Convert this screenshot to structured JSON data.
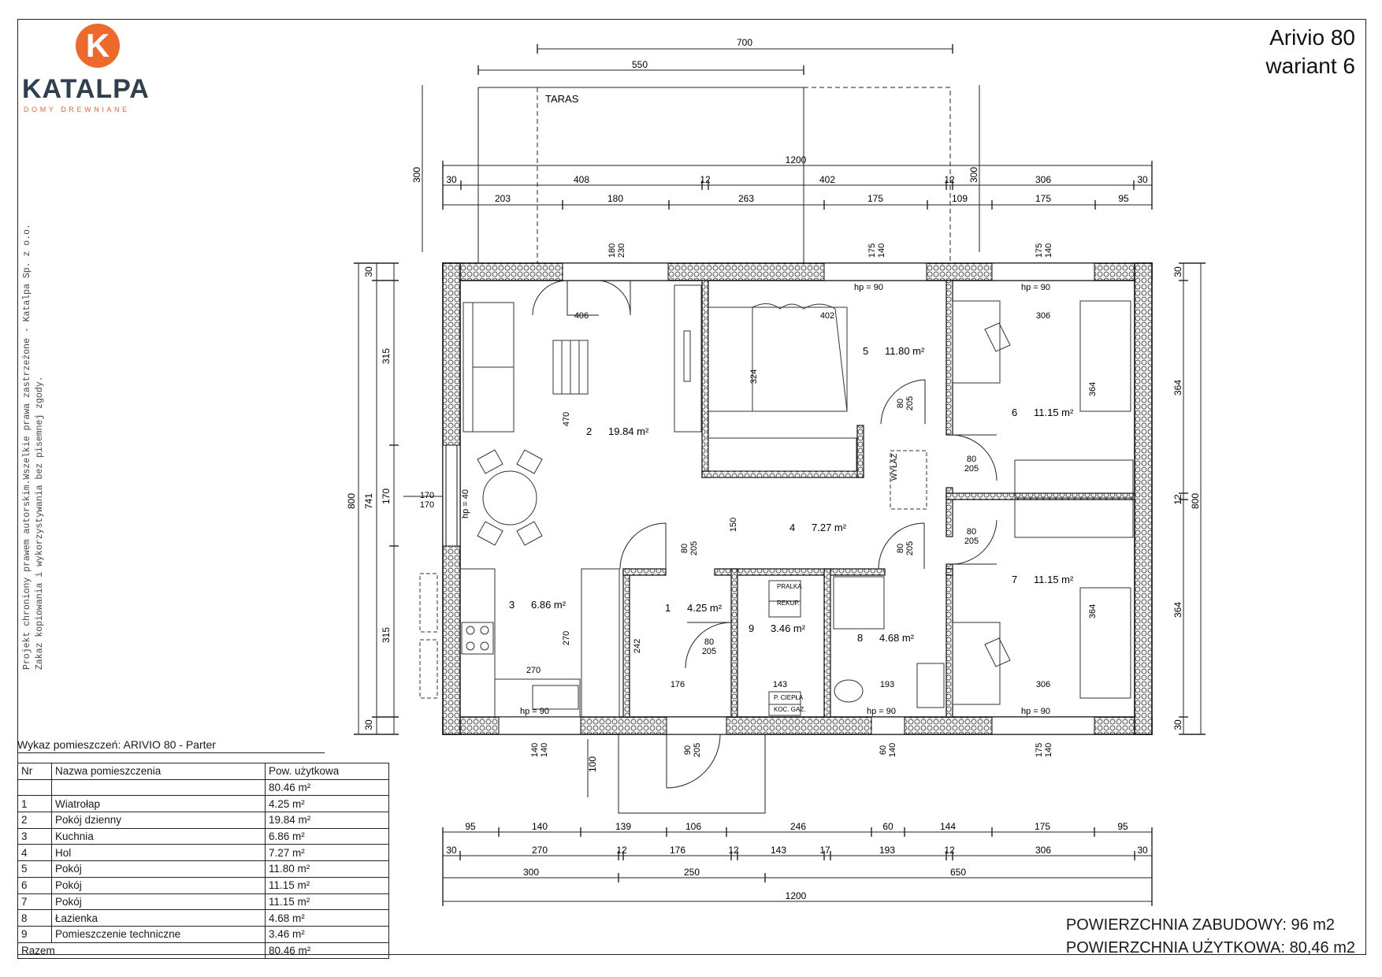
{
  "logo": {
    "letter": "K",
    "name": "KATALPA",
    "tagline": "DOMY DREWNIANE"
  },
  "title": {
    "model": "Arivio 80",
    "variant": "wariant 6"
  },
  "copyright": {
    "line1": "Projekt chroniony prawem autorskim.Wszelkie prawa zastrzeżone - Katalpa Sp. z o.o.",
    "line2": "Zakaz kopiowania i wykorzystywania bez pisemnej zgody."
  },
  "plan": {
    "terrace_label": "TARAS",
    "rooms": [
      {
        "nr": "1",
        "area": "4.25 m²"
      },
      {
        "nr": "2",
        "area": "19.84 m²"
      },
      {
        "nr": "3",
        "area": "6.86 m²"
      },
      {
        "nr": "4",
        "area": "7.27 m²"
      },
      {
        "nr": "5",
        "area": "11.80 m²"
      },
      {
        "nr": "6",
        "area": "11.15 m²"
      },
      {
        "nr": "7",
        "area": "11.15 m²"
      },
      {
        "nr": "8",
        "area": "4.68 m²"
      },
      {
        "nr": "9",
        "area": "3.46 m²"
      }
    ],
    "equipment": {
      "washer": "PRALKA",
      "recuperator": "REKUP.",
      "heat_pump_1": "P. CIEPŁA",
      "heat_pump_2": "KOC. GAZ.",
      "hatch": "WYŁAZ",
      "hp90": "hp = 90",
      "hp40": "hp = 40"
    },
    "dims_top": {
      "row_700": "700",
      "row_550": "550",
      "row_1200": "1200",
      "row_a": [
        "30",
        "408",
        "12",
        "402",
        "12",
        "306",
        "30"
      ],
      "row_b": [
        "203",
        "180",
        "263",
        "175",
        "109",
        "175",
        "95"
      ],
      "terrace_depth": "300",
      "terrace_depth_right": "300"
    },
    "dims_bottom": {
      "row_a": [
        "95",
        "140",
        "139",
        "106",
        "246",
        "60",
        "144",
        "175",
        "95"
      ],
      "row_b": [
        "30",
        "270",
        "12",
        "176",
        "12",
        "143",
        "17",
        "193",
        "12",
        "306",
        "30"
      ],
      "row_c": [
        "300",
        "250",
        "650"
      ],
      "row_d": "1200"
    },
    "dims_left": [
      "30",
      "315",
      "170",
      "315",
      "30",
      "741",
      "800"
    ],
    "dims_right": [
      "30",
      "364",
      "12",
      "364",
      "30",
      "800"
    ],
    "inner_labels": {
      "l406": "406",
      "l402": "402",
      "l306a": "306",
      "l306b": "306",
      "l470": "470",
      "l324": "324",
      "l364a": "364",
      "l364b": "364",
      "l150": "150",
      "l270a": "270",
      "l270b": "270",
      "l242": "242",
      "l176": "176",
      "l143": "143",
      "l193": "193",
      "l100": "100",
      "door80": "80",
      "door205": "205",
      "w180": "180",
      "w230": "230",
      "w175": "175",
      "w140": "140",
      "w170": "170",
      "w60": "60",
      "w90": "90"
    }
  },
  "table": {
    "title": "Wykaz pomieszczeń: ARIVIO 80 - Parter",
    "headers": [
      "Nr",
      "Nazwa pomieszczenia",
      "Pow. użytkowa"
    ],
    "total_top": "80.46 m²",
    "rows": [
      {
        "nr": "1",
        "name": "Wiatrołap",
        "area": "4.25 m²"
      },
      {
        "nr": "2",
        "name": "Pokój dzienny",
        "area": "19.84 m²"
      },
      {
        "nr": "3",
        "name": "Kuchnia",
        "area": "6.86 m²"
      },
      {
        "nr": "4",
        "name": "Hol",
        "area": "7.27 m²"
      },
      {
        "nr": "5",
        "name": "Pokój",
        "area": "11.80 m²"
      },
      {
        "nr": "6",
        "name": "Pokój",
        "area": "11.15 m²"
      },
      {
        "nr": "7",
        "name": "Pokój",
        "area": "11.15 m²"
      },
      {
        "nr": "8",
        "name": "Łazienka",
        "area": "4.68 m²"
      },
      {
        "nr": "9",
        "name": "Pomieszczenie techniczne",
        "area": "3.46 m²"
      }
    ],
    "total_label": "Razem",
    "total_value": "80.46 m²"
  },
  "summary": {
    "built_area": "POWIERZCHNIA ZABUDOWY: 96 m2",
    "usable_area": "POWIERZCHNIA UŻYTKOWA: 80,46 m2"
  },
  "colors": {
    "accent": "#ee6a2c",
    "brand_text": "#2e4050",
    "wall_fill": "#d9d9d9",
    "line": "#1a1a1a"
  }
}
